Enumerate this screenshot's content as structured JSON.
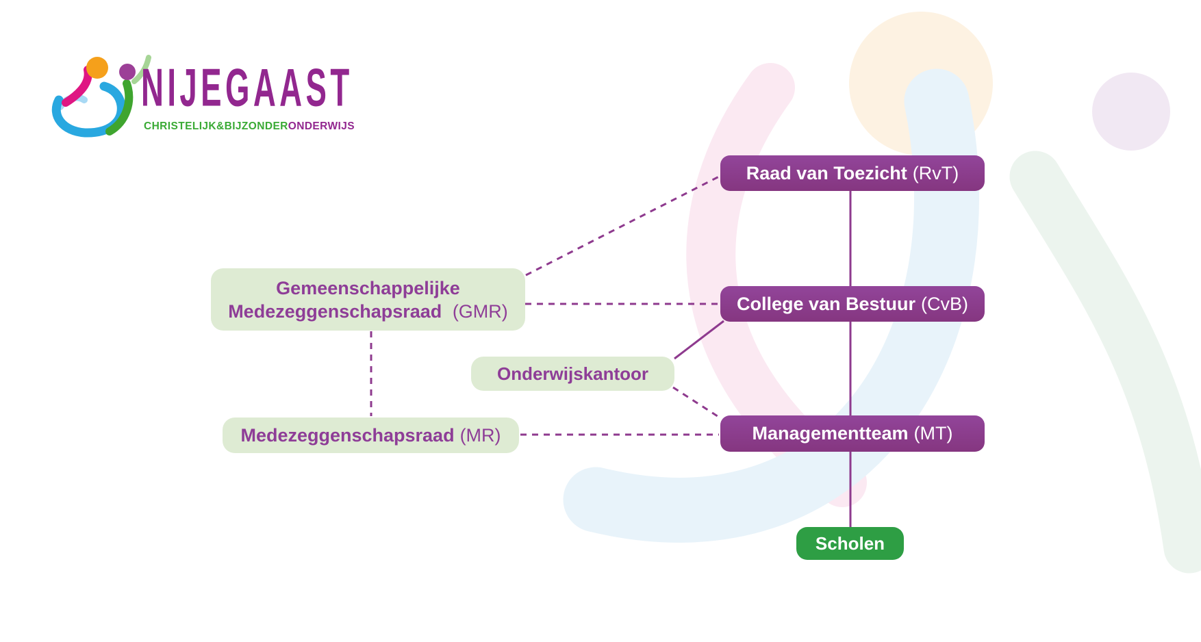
{
  "logo": {
    "brand": "NIJEGAAST",
    "tagline_green": "CHRISTELIJK&BIJZONDER",
    "tagline_purple": "ONDERWIJS"
  },
  "colors": {
    "purple_box": "#8e4191",
    "purple_text": "#8e3d97",
    "light_green_box": "#deebd3",
    "green_box": "#2e9e44",
    "connector_purple": "#8e3a8e",
    "brand_purple": "#92278f",
    "brand_green": "#3aaa35"
  },
  "nodes": {
    "rvt": {
      "label": "Raad van Toezicht",
      "abbr": "(RvT)"
    },
    "cvb": {
      "label": "College van Bestuur",
      "abbr": "(CvB)"
    },
    "mt": {
      "label": "Managementteam",
      "abbr": "(MT)"
    },
    "gmr": {
      "line1": "Gemeenschappelijke",
      "line2": "Medezeggenschapsraad",
      "abbr": "(GMR)"
    },
    "onderwijskantoor": {
      "label": "Onderwijskantoor"
    },
    "mr": {
      "label": "Medezeggenschapsraad",
      "abbr": "(MR)"
    },
    "scholen": {
      "label": "Scholen"
    }
  },
  "edges": [
    {
      "from": "raad-van-toezicht",
      "to": "college-van-bestuur",
      "style": "solid"
    },
    {
      "from": "college-van-bestuur",
      "to": "managementteam",
      "style": "solid"
    },
    {
      "from": "managementteam",
      "to": "scholen",
      "style": "solid"
    },
    {
      "from": "onderwijskantoor",
      "to": "college-van-bestuur",
      "style": "solid"
    },
    {
      "from": "gmr",
      "to": "raad-van-toezicht",
      "style": "dashed"
    },
    {
      "from": "gmr",
      "to": "college-van-bestuur",
      "style": "dashed"
    },
    {
      "from": "gmr",
      "to": "mr",
      "style": "dashed"
    },
    {
      "from": "mr",
      "to": "managementteam",
      "style": "dashed"
    },
    {
      "from": "onderwijskantoor",
      "to": "managementteam",
      "style": "dashed"
    }
  ]
}
